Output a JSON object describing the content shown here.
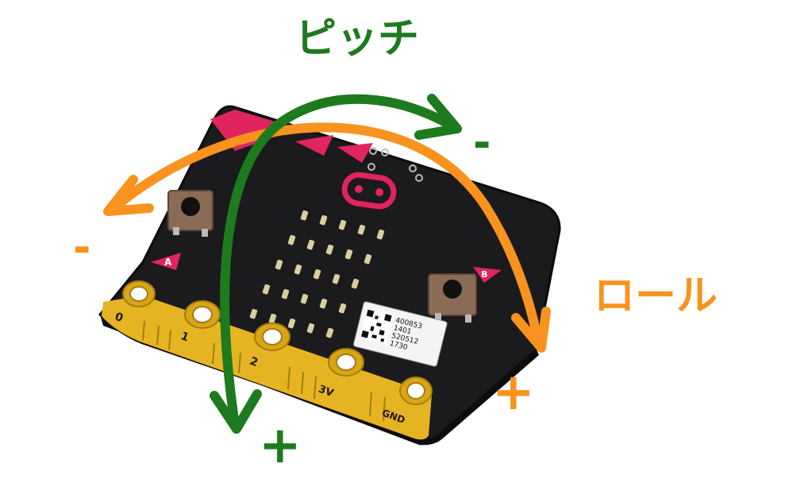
{
  "labels": {
    "pitch": "ピッチ",
    "roll": "ロール",
    "pitch_minus": "-",
    "pitch_plus": "+",
    "roll_minus": "-",
    "roll_plus": "+"
  },
  "board": {
    "button_a": "A",
    "button_b": "B",
    "pins": [
      "0",
      "1",
      "2",
      "3V",
      "GND"
    ],
    "sticker_lines": [
      "400853",
      "1401",
      "520512",
      "1730"
    ]
  },
  "colors": {
    "pitch": "#1e7a1e",
    "roll": "#f7931e",
    "board": "#1b1a1d",
    "board_edge": "#2a292e",
    "pink": "#e0245e",
    "gold": "#e6b422",
    "led": "#d8cfa0"
  }
}
